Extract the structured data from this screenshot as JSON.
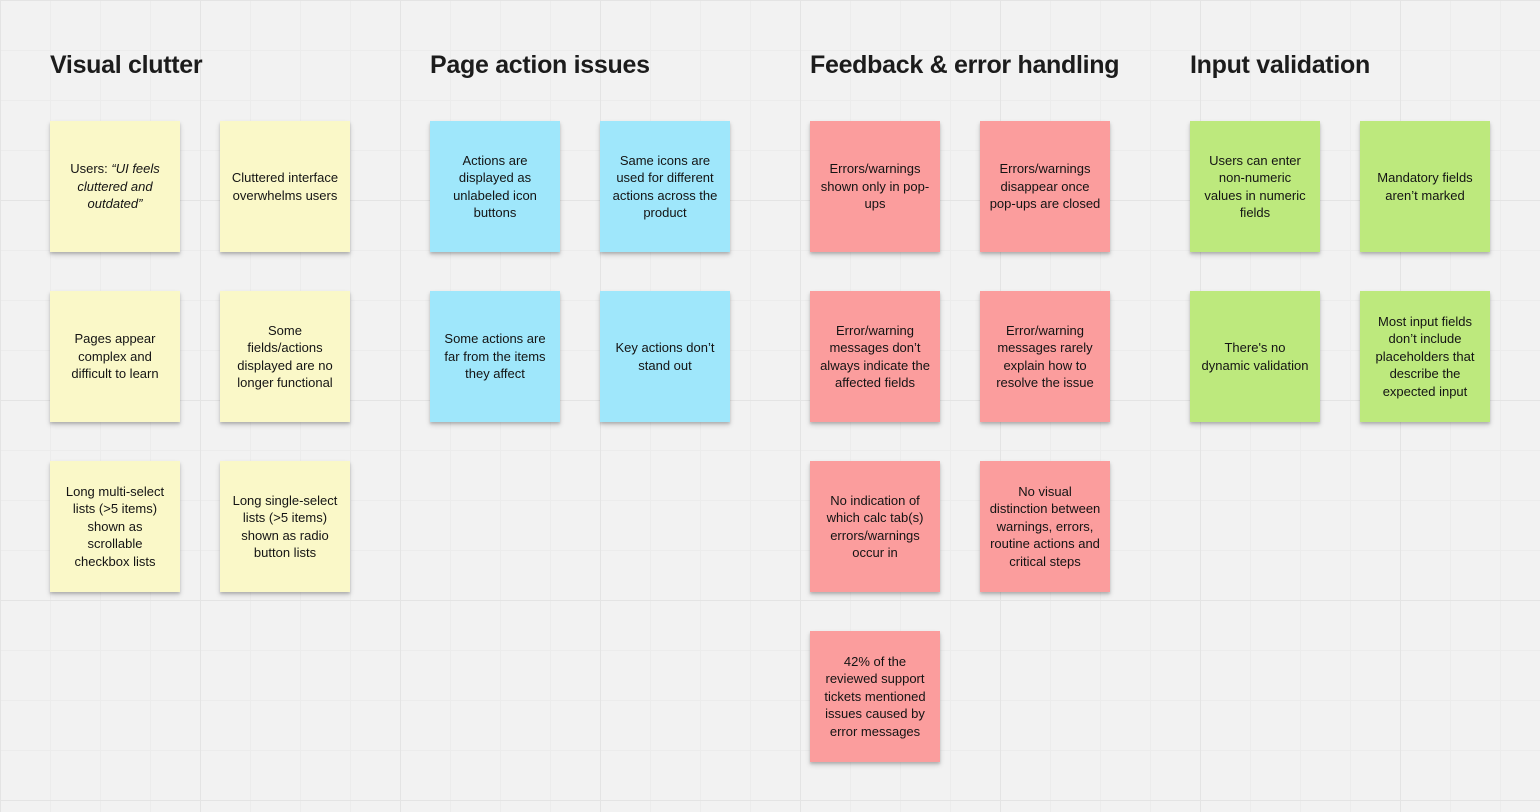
{
  "board": {
    "background_color": "#f2f2f2",
    "categories": [
      {
        "title": "Visual clutter",
        "note_color": "#faf8c8",
        "notes": [
          {
            "segments": [
              {
                "text": "Users: "
              },
              {
                "text": "“UI feels cluttered and outdated”",
                "italic": true
              }
            ]
          },
          {
            "segments": [
              {
                "text": "Cluttered interface overwhelms users"
              }
            ]
          },
          {
            "segments": [
              {
                "text": "Pages appear complex and difficult to learn"
              }
            ]
          },
          {
            "segments": [
              {
                "text": "Some fields/actions displayed are no longer functional"
              }
            ]
          },
          {
            "segments": [
              {
                "text": "Long multi-select lists (>5 items) shown as scrollable checkbox lists"
              }
            ]
          },
          {
            "segments": [
              {
                "text": "Long single-select lists (>5 items) shown as radio button lists"
              }
            ]
          }
        ]
      },
      {
        "title": "Page action issues",
        "note_color": "#9fe7fb",
        "notes": [
          {
            "segments": [
              {
                "text": "Actions are displayed as unlabeled icon buttons"
              }
            ]
          },
          {
            "segments": [
              {
                "text": "Same icons are used for different actions across the product"
              }
            ]
          },
          {
            "segments": [
              {
                "text": "Some actions are far from the items they affect"
              }
            ]
          },
          {
            "segments": [
              {
                "text": "Key actions don’t stand out"
              }
            ]
          }
        ]
      },
      {
        "title": "Feedback & error handling",
        "note_color": "#fb9d9d",
        "notes": [
          {
            "segments": [
              {
                "text": "Errors/warnings shown only in pop-ups"
              }
            ]
          },
          {
            "segments": [
              {
                "text": "Errors/warnings disappear once pop-ups are closed"
              }
            ]
          },
          {
            "segments": [
              {
                "text": "Error/warning messages don’t always indicate the affected fields"
              }
            ]
          },
          {
            "segments": [
              {
                "text": "Error/warning messages rarely explain how to resolve the issue"
              }
            ]
          },
          {
            "segments": [
              {
                "text": "No indication of which calc tab(s) errors/warnings occur in"
              }
            ]
          },
          {
            "segments": [
              {
                "text": "No visual distinction between warnings, errors, routine actions and critical steps"
              }
            ]
          },
          {
            "segments": [
              {
                "text": "42% of the reviewed support tickets mentioned issues caused by error messages"
              }
            ]
          }
        ]
      },
      {
        "title": "Input validation",
        "note_color": "#bde97d",
        "notes": [
          {
            "segments": [
              {
                "text": "Users can enter non-numeric values in numeric fields"
              }
            ]
          },
          {
            "segments": [
              {
                "text": "Mandatory fields aren’t marked"
              }
            ]
          },
          {
            "segments": [
              {
                "text": "There's no dynamic validation"
              }
            ]
          },
          {
            "segments": [
              {
                "text": "Most input fields don’t include placeholders that describe the expected input"
              }
            ]
          }
        ]
      }
    ]
  }
}
